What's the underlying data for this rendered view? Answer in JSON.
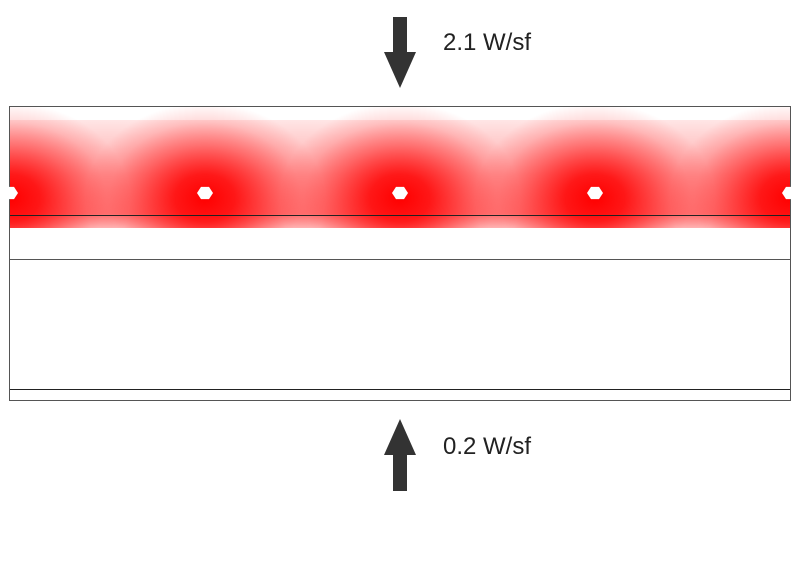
{
  "top_flux": {
    "label": "2.1 W/sf",
    "direction": "down",
    "arrow_icon": "arrow-down-icon"
  },
  "bottom_flux": {
    "label": "0.2 W/sf",
    "direction": "up",
    "arrow_icon": "arrow-up-icon"
  },
  "heat_sources": {
    "count": 5
  },
  "colors": {
    "heat": "#ff0000",
    "arrow": "#333333",
    "outline": "#555555",
    "background": "#ffffff"
  }
}
